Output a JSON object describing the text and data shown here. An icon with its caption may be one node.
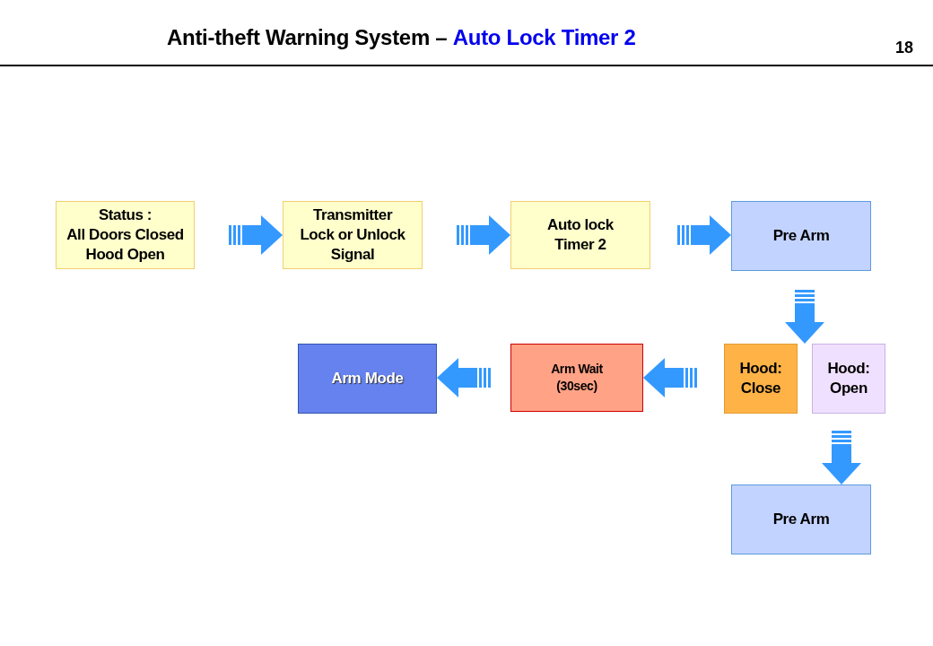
{
  "diagram": {
    "title": "Anti-theft Warning System – **Auto Lock Timer 2**",
    "nodes": [
      {
        "text": [
          "Status :",
          "All Doors Closed Hood Open"
        ]
      },
      {
        "text": [
          "Transmitter Lock or Unlock Signal"
        ]
      },
      {
        "text": [
          "Auto lock Timer 2"
        ]
      },
      {
        "text": [
          "Pre Arm"
        ]
      },
      {
        "text": [
          "Hood: Close"
        ]
      },
      {
        "text": [
          "Hood: Open"
        ]
      },
      {
        "text": [
          "Arm Wait (30sec)"
        ]
      },
      {
        "text": [
          "Arm Mode"
        ]
      },
      {
        "text": [
          "Pre Arm"
        ]
      }
    ],
    "edges": [
      {
        "from": 0,
        "to": 1,
        "arrow": "to"
      },
      {
        "from": 1,
        "to": 2,
        "arrow": "to"
      },
      {
        "from": 2,
        "to": 3,
        "arrow": "to"
      },
      {
        "from": 3,
        "to": 4,
        "arrow": "to"
      },
      {
        "from": 3,
        "to": 5,
        "arrow": "to"
      },
      {
        "from": 4,
        "to": 6,
        "arrow": "to"
      },
      {
        "from": 6,
        "to": 7,
        "arrow": "to"
      },
      {
        "from": 5,
        "to": 8,
        "arrow": "to"
      }
    ],
    "labels": [
      "18"
    ]
  }
}
